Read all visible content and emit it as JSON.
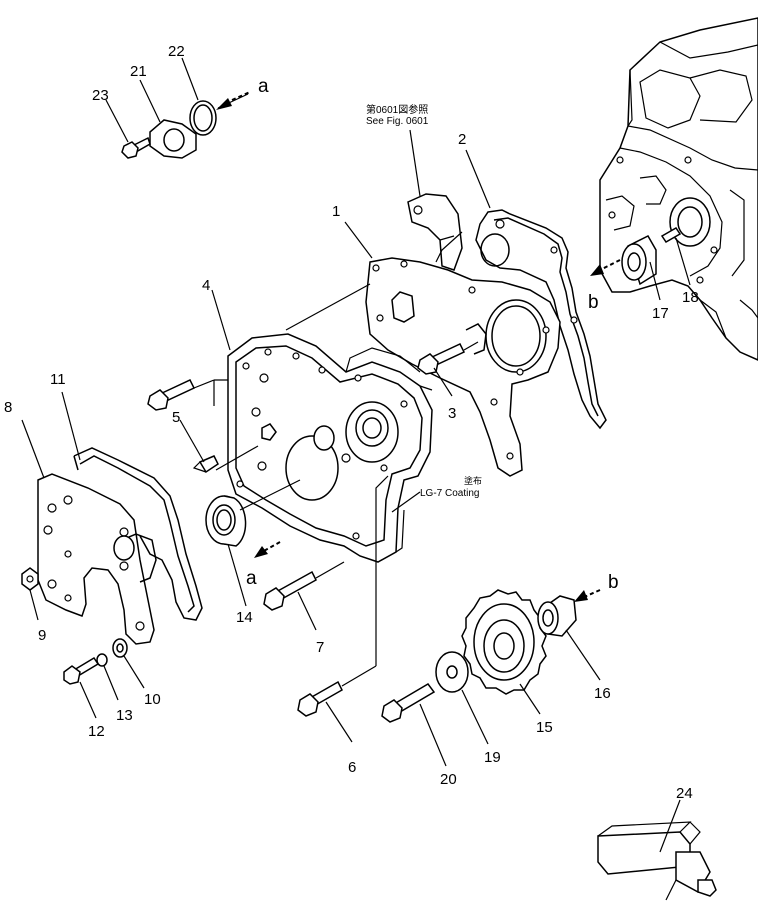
{
  "callouts": [
    "1",
    "2",
    "3",
    "4",
    "5",
    "6",
    "7",
    "8",
    "9",
    "10",
    "11",
    "12",
    "13",
    "14",
    "15",
    "16",
    "17",
    "18",
    "19",
    "20",
    "21",
    "22",
    "23",
    "24"
  ],
  "arrow_labels": {
    "a": "a",
    "b": "b"
  },
  "notes": {
    "fig_ref_jp": "第0601図参照",
    "fig_ref_en": "See Fig. 0601",
    "coating_jp": "塗布",
    "coating_en": "LG-7  Coating"
  }
}
